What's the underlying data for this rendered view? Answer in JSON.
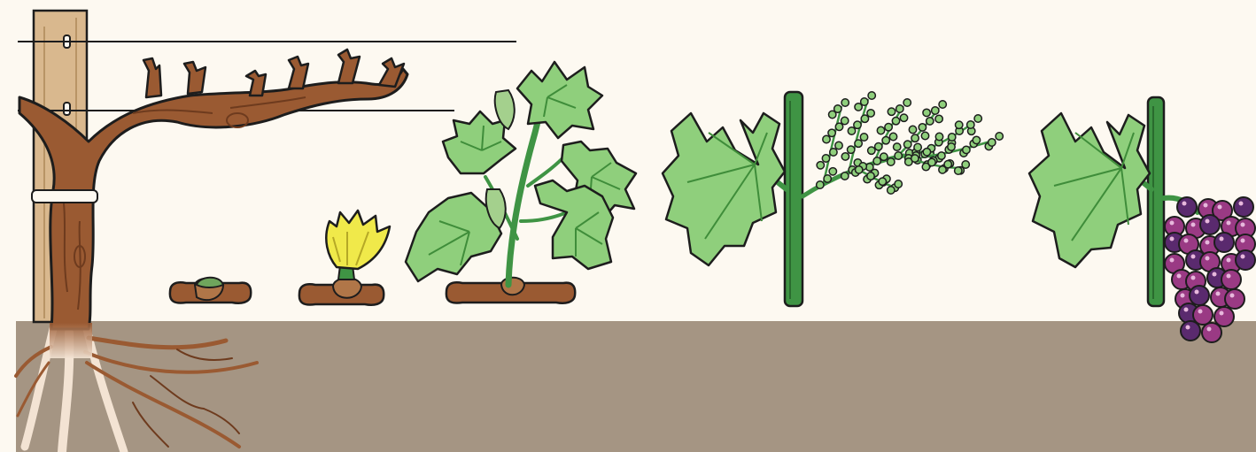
{
  "scene": {
    "stages": [
      {
        "id": "dormant-vine"
      },
      {
        "id": "budbreak"
      },
      {
        "id": "leaf-unfolding"
      },
      {
        "id": "shoot-growth"
      },
      {
        "id": "flowering"
      },
      {
        "id": "fruit-ripening"
      }
    ]
  },
  "colors": {
    "sky": "#fdf9f1",
    "soil": "#a59583",
    "post": "#d9b88e",
    "wood": "#9a5a32",
    "wood_dark": "#6e3b1e",
    "leaf": "#8fcf7c",
    "leaf_dark": "#3f8d3a",
    "stem": "#3f9444",
    "bud_yellow": "#f0e94a",
    "berry": "#9a3a84",
    "berry_dark": "#5a2a6e",
    "outline": "#1d1d1d"
  }
}
